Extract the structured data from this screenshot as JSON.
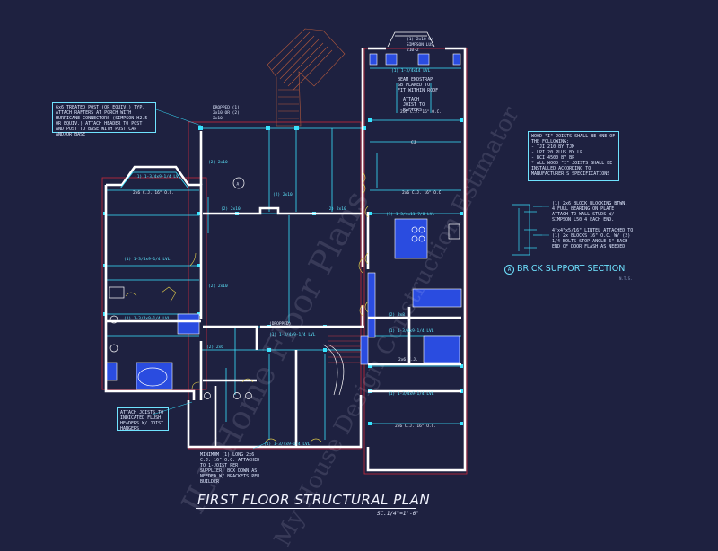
{
  "drawing": {
    "title": "FIRST FLOOR STRUCTURAL PLAN",
    "scale": "SC.1/4\"=1'-0\""
  },
  "watermarks": [
    "ILL Home Floor Plans",
    "My House Design Construction Estimator"
  ],
  "section": {
    "marker": "A",
    "title": "BRICK SUPPORT SECTION",
    "nts": "N.T.S."
  },
  "notes": {
    "porch_post": "6x6 TREATED POST (OR EQUIV.) TYP. ATTACH RAFTERS AT PORCH WITH HURRICANE CONNECTORS (SIMPSON H2.5 OR EQUIV.) ATTACH HEADER TO POST AND POST TO BASE WITH POST CAP AND/OR BASE",
    "wood_i_joists": "WOOD \"I\" JOISTS SHALL BE ONE OF THE FOLLOWING:\n- TJI 210 BY TJM\n- LPI 20 PLUS BY LP\n- BCI 4500 BY BP\n* ALL WOOD \"I\" JOISTS SHALL BE INSTALLED ACCORDING TO MANUFACTURER'S SPECIFICATIONS",
    "attach_joists": "ATTACH JOISTS TO INDICATED FLUSH HEADERS W/ JOIST HANGERS",
    "brick_block": "(1) 2x6 BLOCK BLOCKING BTWN. 4 FULL BEARING ON PLATE ATTACH TO WALL STUDS W/ SIMPSON L50 4 EACH END.",
    "brick_lintel": "4\"x4\"x5/16\" LINTEL ATTACHED TO (1) 2x BLOCKS 16\" O.C. W/ (2) 1/4 BOLTS STOP ANGLE 6\" EACH END OF DOOR FLASH AS NEEDED",
    "header_bottom": "MINIMUM (1) LONG 2x6 C.J. 16\" O.C. ATTACHED TO 1-JOIST PER SUPPLIER. BOX DOWN AS NEEDED W/ BRACKETS PER BUILDER",
    "top_header": "(1) 2x10 W/ SIMPSON LUS 210-2",
    "beam_endstrap": "BEAM ENDSTRAP SB PLANED TO FIT WITHIN ROOF",
    "attach_joist_rafters": "ATTACH JOIST TO RAFTERS",
    "dropped_top": "DROPPED (1) 2x10 OR (2) 2x10"
  },
  "labels": [
    {
      "t": "(1) 1-3/4x14 LVL"
    },
    {
      "t": "2x6 C.J. 16\" O.C."
    },
    {
      "t": "CJ"
    },
    {
      "t": "2x6 C.J. 16\" O.C."
    },
    {
      "t": "(1) 1-3/4x9-1/4 LVL"
    },
    {
      "t": "2x6 C.J. 16\" O.C."
    },
    {
      "t": "(1) 1-3/4x9-1/4 LVL"
    },
    {
      "t": "(1) 1-3/4x9-1/4 LVL"
    },
    {
      "t": "(2) 2x10"
    },
    {
      "t": "(2) 2x10"
    },
    {
      "t": "(2) 2x10"
    },
    {
      "t": "(DROPPED)"
    },
    {
      "t": "(1) 1-3/4x9-1/4 LVL"
    },
    {
      "t": "(2) 2x10"
    },
    {
      "t": "(2) 2x6"
    },
    {
      "t": "(2) 2x10"
    },
    {
      "t": "(1) 1-3/4x9-1/4 LVL"
    },
    {
      "t": "(2) 2x8"
    },
    {
      "t": "2x6 C.J."
    },
    {
      "t": "(1) 1-3/4x9-1/4 LVL"
    },
    {
      "t": "(1) 1-3/4x9-1/4 LVL"
    },
    {
      "t": "2x6 C.J. 16\" O.C."
    },
    {
      "t": "(1) 1-3/4x11-7/8 LVL"
    }
  ],
  "colors": {
    "background": "#1e2140",
    "wall": "#ffffff",
    "structure": "#38e3ff",
    "fill": "#1f46d8",
    "property_line": "#ff2a3a",
    "stair": "#b04a3a",
    "note_text": "#dfe8ff"
  }
}
